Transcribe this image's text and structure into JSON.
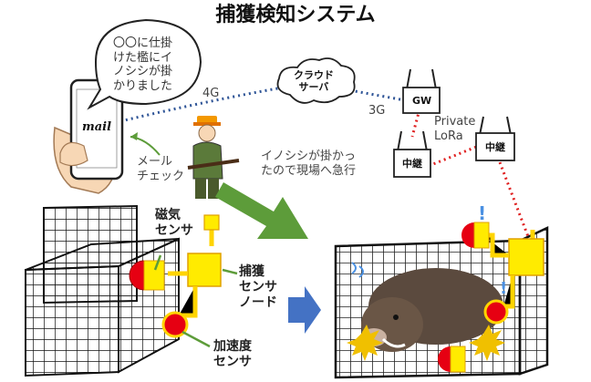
{
  "title": "捕獲検知システム",
  "speech_bubble": "〇〇に仕掛\nけた檻にイ\nノシシが掛\nかりました",
  "phone_screen": "mail",
  "mail_check": "メール\nチェック",
  "link_4g": "4G",
  "cloud": "クラウド\nサーバ",
  "link_3g": "3G",
  "gateway": "GW",
  "private_lora": "Private\nLoRa",
  "relay_right": "中継",
  "relay_left": "中継",
  "hunter_caption": "イノシシが掛かっ\nたので現場へ急行",
  "magnetic_sensor": "磁気\nセンサ",
  "capture_node": "捕獲\nセンサ\nノード",
  "accel_sensor": "加速度\nセンサ",
  "alert_mark": "!",
  "colors": {
    "sensor_red": "#e60012",
    "node_yellow": "#ffeb00",
    "arrow_green": "#5d9c3a",
    "arrow_blue": "#4472c4",
    "link_blue_dots": "#2f5597",
    "link_red_dots": "#e02020",
    "boar_brown": "#5b4a3e"
  }
}
